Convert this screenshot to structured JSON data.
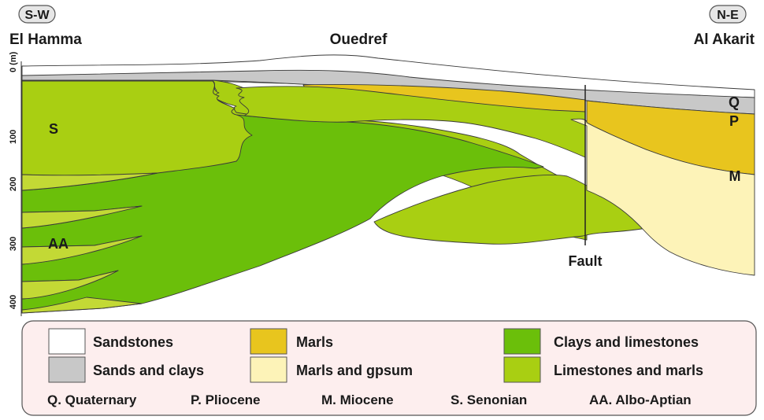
{
  "directions": {
    "left": "S-W",
    "right": "N-E"
  },
  "locations": {
    "left": "El Hamma",
    "center": "Ouedref",
    "right": "Al Akarit"
  },
  "axis": {
    "unit_label": "0 (m)",
    "ticks": [
      "100",
      "200",
      "300",
      "400"
    ]
  },
  "layer_labels": {
    "s": "S",
    "aa": "AA",
    "q": "Q",
    "p": "P",
    "m": "M"
  },
  "fault_label": "Fault",
  "legend": {
    "items": [
      {
        "label": "Sandstones",
        "color": "#ffffff"
      },
      {
        "label": "Sands and clays",
        "color": "#c8c8c8"
      },
      {
        "label": "Marls",
        "color": "#e8c51e"
      },
      {
        "label": "Marls and gpsum",
        "color": "#fdf3b8"
      },
      {
        "label": "Clays and limestones",
        "color": "#6bbf0a"
      },
      {
        "label": "Limestones and marls",
        "color": "#a9cf12"
      }
    ],
    "abbreviations": [
      "Q. Quaternary",
      "P. Pliocene",
      "M. Miocene",
      "S. Senonian",
      "AA. Albo-Aptian"
    ],
    "background": "#fdeeee"
  },
  "colors": {
    "sandstone": "#ffffff",
    "sands_clays": "#c8c8c8",
    "marls": "#e8c51e",
    "marls_gypsum": "#fdf3b8",
    "clays_limestones": "#6bbf0a",
    "limestones_marls": "#a9cf12",
    "limestones_marls_light": "#c3d935"
  }
}
